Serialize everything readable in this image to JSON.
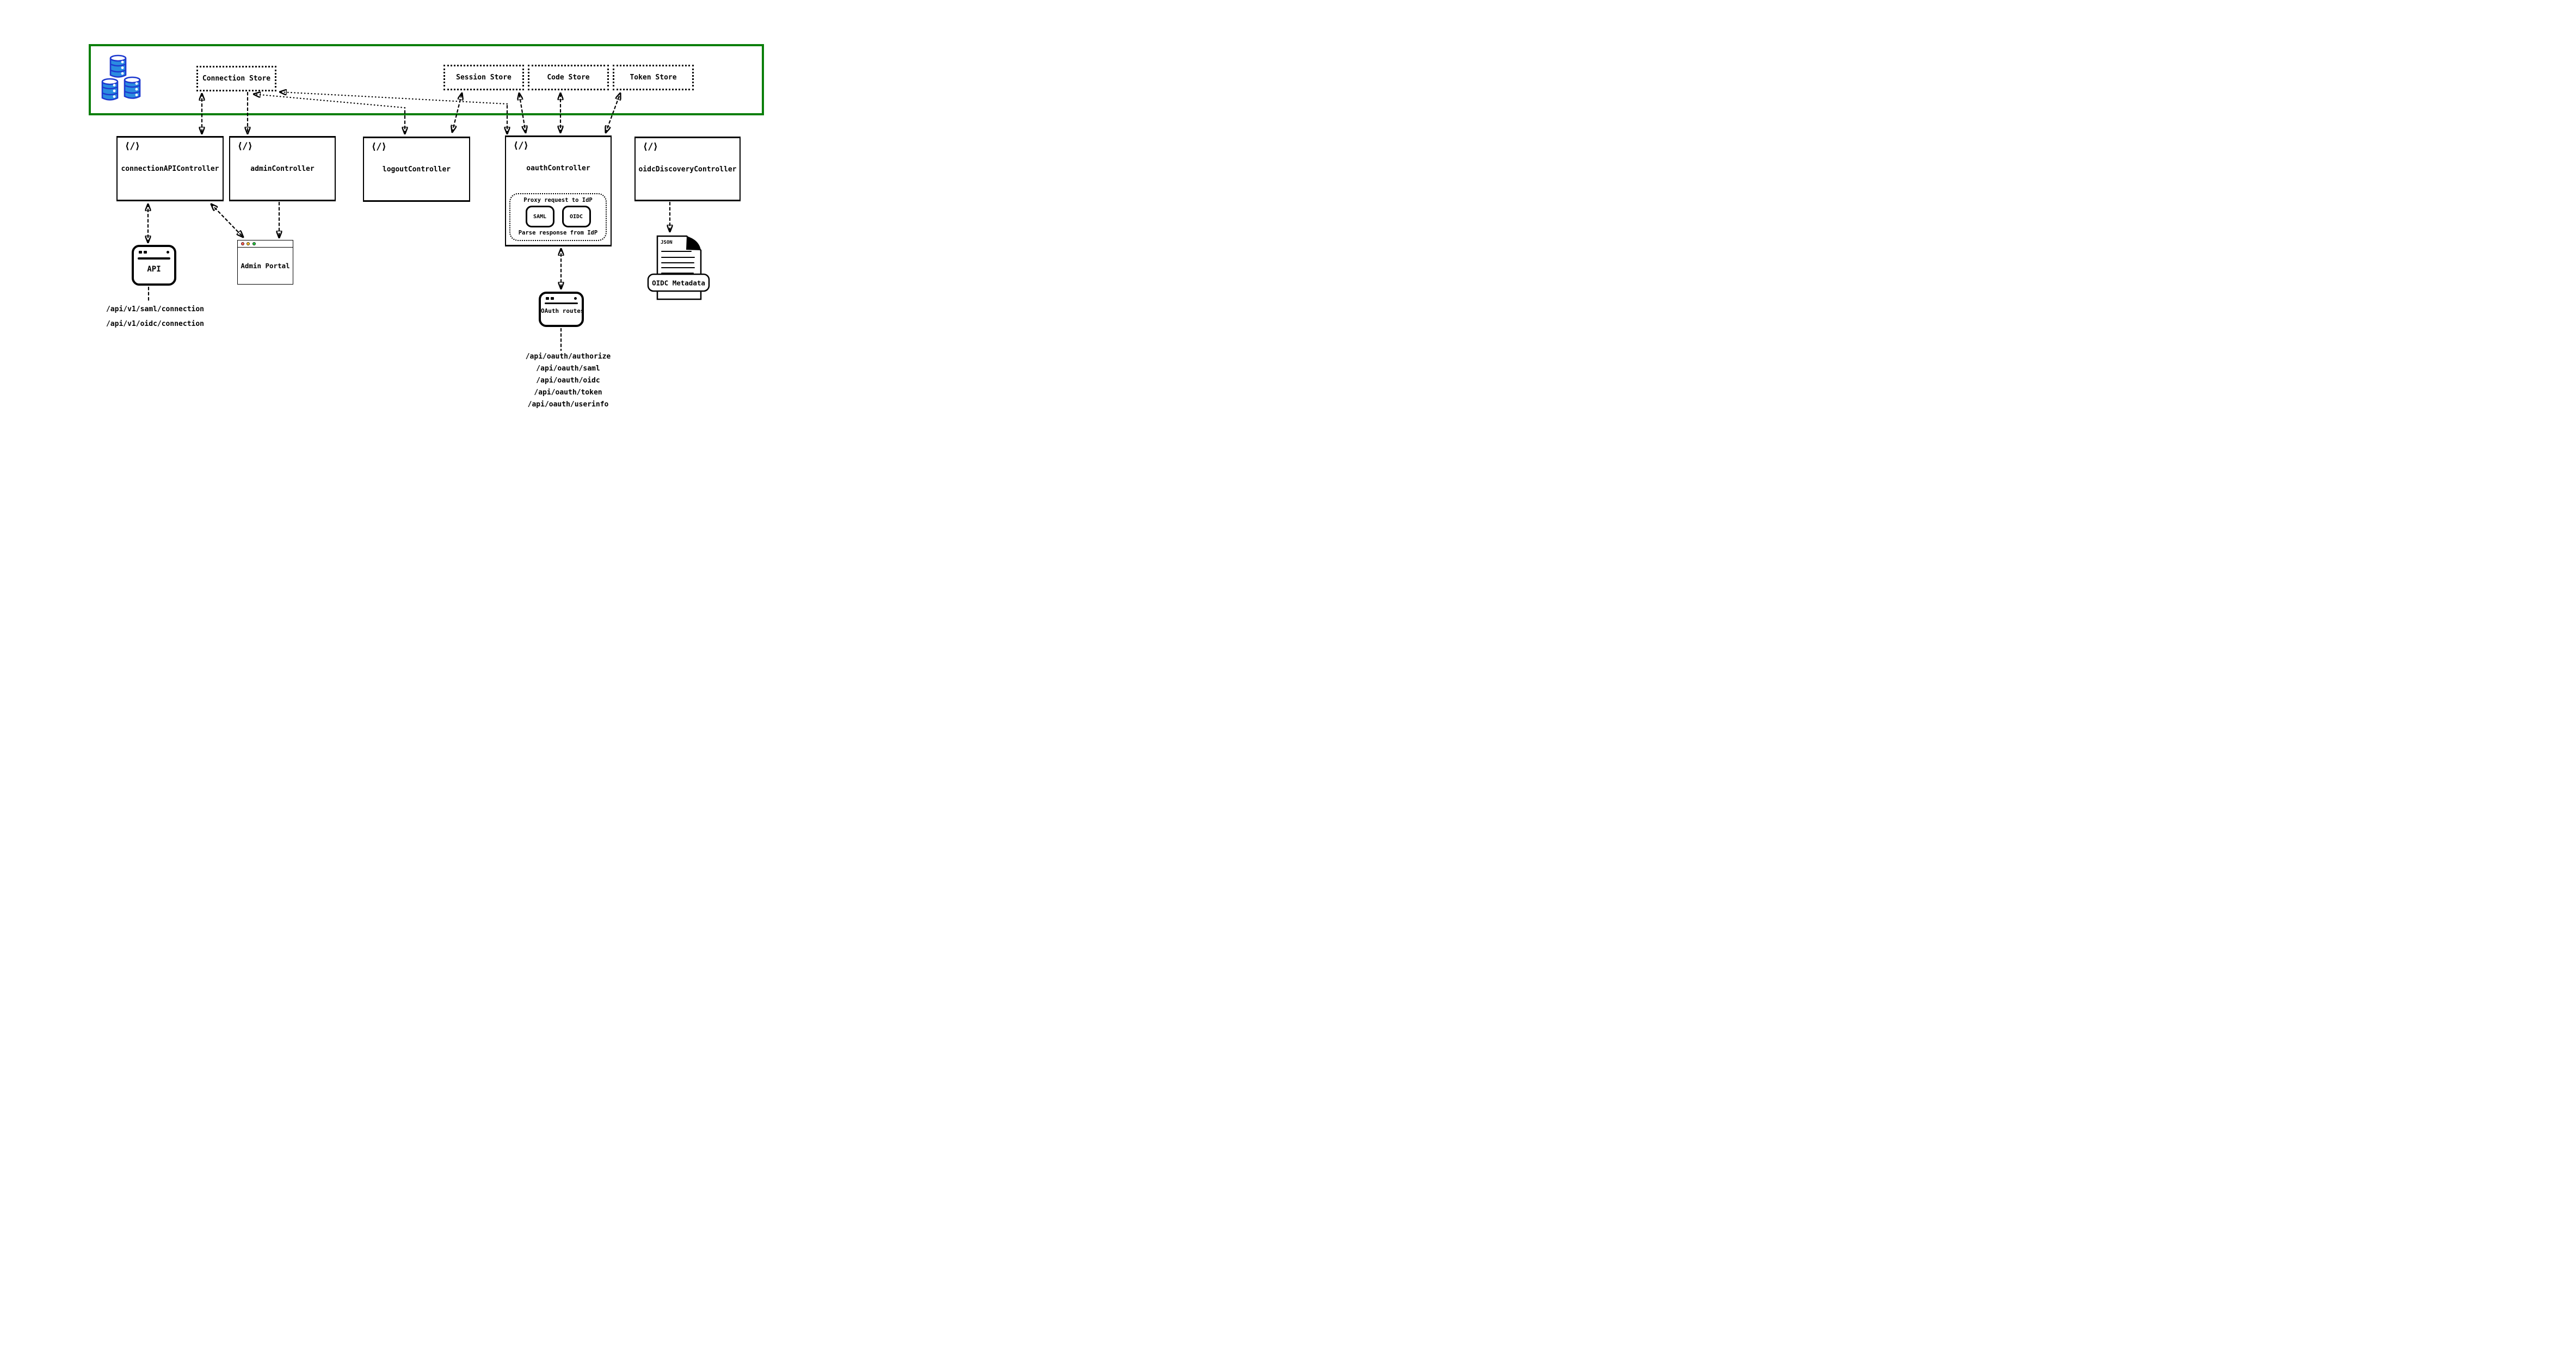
{
  "colors": {
    "teal_frame": "#2cc3a4",
    "green_zone": "#0a7f0a",
    "db_blue": "#2b8ce0",
    "db_blue_dark": "#1d39cf",
    "mac_red": "#ff5f57",
    "mac_yellow": "#febc2e",
    "mac_green": "#28c840",
    "ink": "#000000"
  },
  "storage_zone": {
    "stores": [
      {
        "id": "connection",
        "label": "Connection Store"
      },
      {
        "id": "session",
        "label": "Session Store"
      },
      {
        "id": "code",
        "label": "Code Store"
      },
      {
        "id": "token",
        "label": "Token Store"
      }
    ]
  },
  "controllers": [
    {
      "id": "connection-api",
      "label": "connectionAPIController"
    },
    {
      "id": "admin",
      "label": "adminController"
    },
    {
      "id": "logout",
      "label": "logoutController"
    },
    {
      "id": "oauth",
      "label": "oauthController"
    },
    {
      "id": "oidc-discovery",
      "label": "oidcDiscoveryController"
    }
  ],
  "code_icon_glyph": "⟨/⟩",
  "oauth_proxy": {
    "top_label": "Proxy request to IdP",
    "protocols": [
      "SAML",
      "OIDC"
    ],
    "bottom_label": "Parse response from IdP"
  },
  "clients": {
    "api_browser": {
      "label": "API"
    },
    "admin_portal": {
      "label": "Admin Portal"
    },
    "oauth_routes": {
      "label": "OAuth routes"
    },
    "oidc_metadata": {
      "file_type": "JSON",
      "banner": "OIDC Metadata"
    }
  },
  "endpoints": {
    "connection_api": [
      "/api/v1/saml/connection",
      "/api/v1/oidc/connection"
    ],
    "oauth": [
      "/api/oauth/authorize",
      "/api/oauth/saml",
      "/api/oauth/oidc",
      "/api/oauth/token",
      "/api/oauth/userinfo"
    ]
  }
}
